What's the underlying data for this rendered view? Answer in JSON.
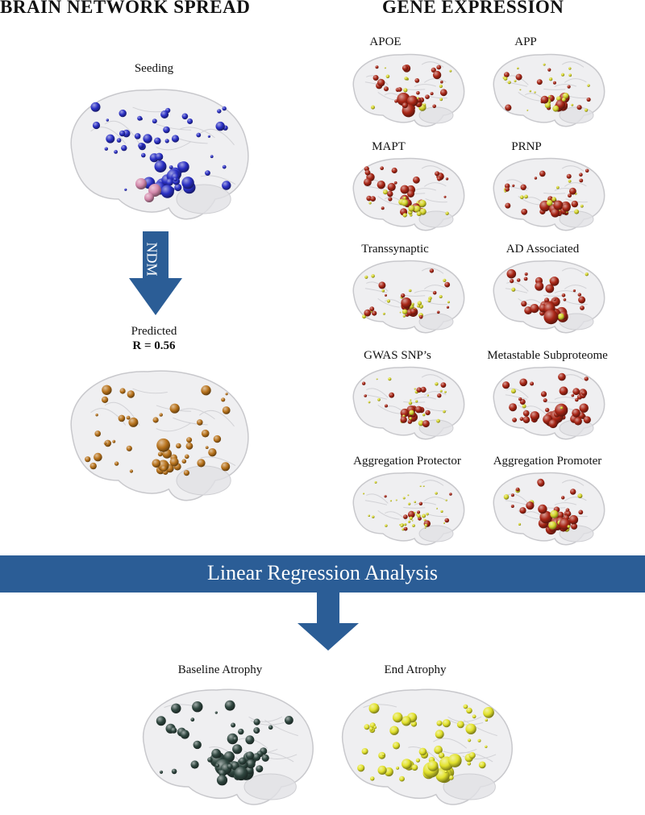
{
  "left_heading": "BRAIN NETWORK SPREAD",
  "right_heading": "GENE EXPRESSION",
  "seeding": {
    "label": "Seeding"
  },
  "arrow": {
    "label": "NDM"
  },
  "predicted": {
    "label": "Predicted",
    "r_label": "R = 0.56"
  },
  "genes": [
    {
      "label": "APOE"
    },
    {
      "label": "APP"
    },
    {
      "label": "MAPT"
    },
    {
      "label": "PRNP"
    },
    {
      "label": "Transsynaptic"
    },
    {
      "label": "AD Associated"
    },
    {
      "label": "GWAS SNP’s"
    },
    {
      "label": "Metastable Subproteome"
    },
    {
      "label": "Aggregation Protector"
    },
    {
      "label": "Aggregation Promoter"
    }
  ],
  "banner": {
    "label": "Linear Regression Analysis"
  },
  "outcomes": [
    {
      "label": "Baseline Atrophy"
    },
    {
      "label": "End Atrophy"
    }
  ],
  "colors": {
    "seeding_node": "#2a2fc4",
    "seeding_seed": "#d58aac",
    "predicted_node": "#b8731c",
    "gene_node_red": "#a92616",
    "gene_node_yellow": "#d6d62c",
    "baseline_node": "#2f463f",
    "end_node": "#e2e22c",
    "banner": "#2b5d96",
    "arrow": "#2b5d96"
  }
}
